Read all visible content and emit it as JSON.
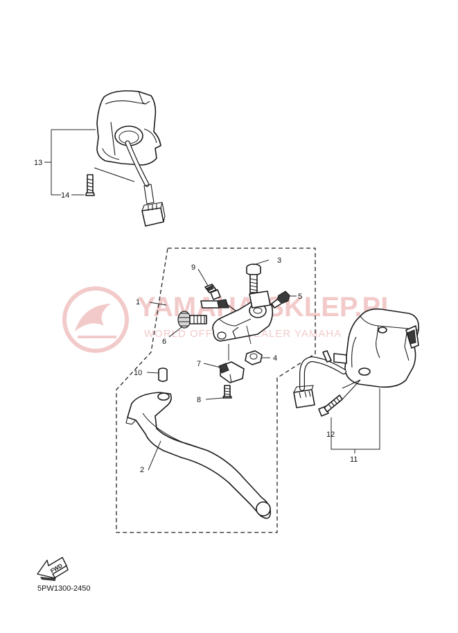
{
  "diagram": {
    "parts": [
      {
        "id": "1",
        "label": "1"
      },
      {
        "id": "2",
        "label": "2"
      },
      {
        "id": "3",
        "label": "3"
      },
      {
        "id": "4",
        "label": "4"
      },
      {
        "id": "5",
        "label": "5"
      },
      {
        "id": "6",
        "label": "6"
      },
      {
        "id": "7",
        "label": "7"
      },
      {
        "id": "8",
        "label": "8"
      },
      {
        "id": "9",
        "label": "9"
      },
      {
        "id": "10",
        "label": "10"
      },
      {
        "id": "11",
        "label": "11"
      },
      {
        "id": "12",
        "label": "12"
      },
      {
        "id": "13",
        "label": "13"
      },
      {
        "id": "14",
        "label": "14"
      }
    ],
    "fwd_label": "FWD",
    "catalog_number": "5PW1300-2450"
  },
  "watermark": {
    "brand": "YAMAHA-SKLEP.PL",
    "tagline": "WORLD OFFICIAL DEALER YAMAHA",
    "color": "#e8a0a0"
  }
}
